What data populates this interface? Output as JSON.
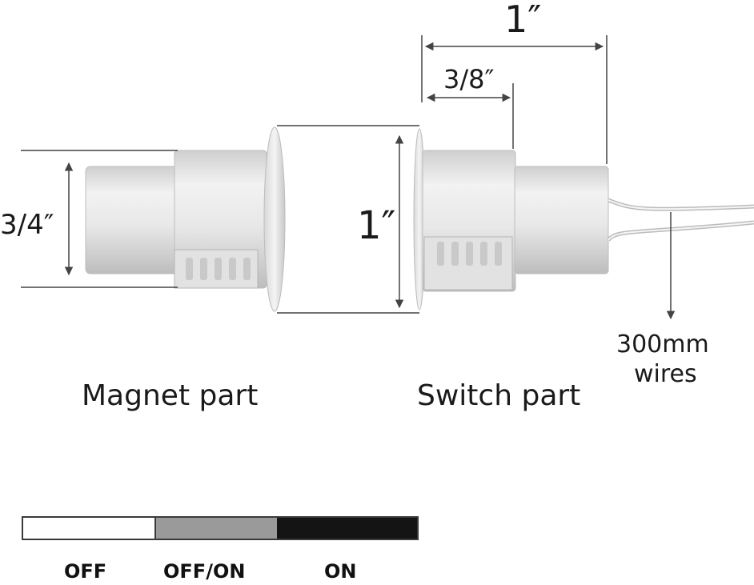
{
  "dimensions": {
    "overall_length": "1″",
    "switch_offset": "3/8″",
    "magnet_diameter": "3/4″",
    "flange_diameter": "1″"
  },
  "labels": {
    "magnet_part": "Magnet part",
    "switch_part": "Switch part",
    "wires_line1": "300mm",
    "wires_line2": "wires"
  },
  "legend": {
    "items": [
      {
        "label": "OFF",
        "color": "#ffffff"
      },
      {
        "label": "OFF/ON",
        "color": "#9a9a9a"
      },
      {
        "label": "ON",
        "color": "#141414"
      }
    ]
  },
  "colors": {
    "part_body": "#e6e6e6",
    "part_shadow": "#c4c4c4",
    "dimension_line": "#444444"
  }
}
